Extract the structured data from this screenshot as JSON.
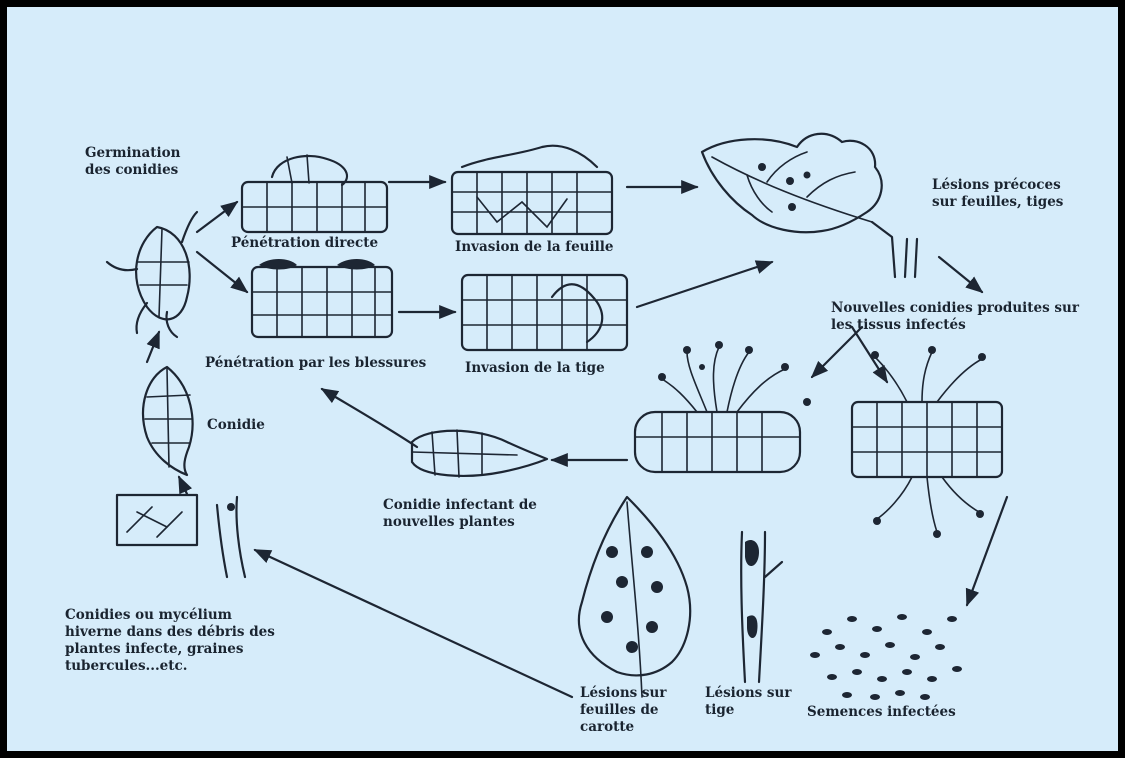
{
  "labels": {
    "germination": "Germination\ndes conidies",
    "penetration_directe": "Pénétration directe",
    "invasion_feuille": "Invasion de la feuille",
    "lesions_precoces": "Lésions précoces\nsur feuilles, tiges",
    "penetration_blessures": "Pénétration par les blessures",
    "invasion_tige": "Invasion de la tige",
    "nouvelles_conidies": "Nouvelles conidies produites sur\nles tissus infectés",
    "conidie": "Conidie",
    "conidie_infectant": "Conidie infectant de\nnouvelles plantes",
    "conidies_hiverne": "Conidies ou mycélium\nhiverne dans des débris des\nplantes infecte, graines\ntubercules...etc.",
    "lesions_feuilles_carotte": "Lésions sur\nfeuilles de\ncarotte",
    "lesions_tige": "Lésions sur\ntige",
    "semences": "Semences infectées"
  },
  "colors": {
    "background": "#d6ecfa",
    "ink": "#1d2633",
    "border": "#000000"
  }
}
